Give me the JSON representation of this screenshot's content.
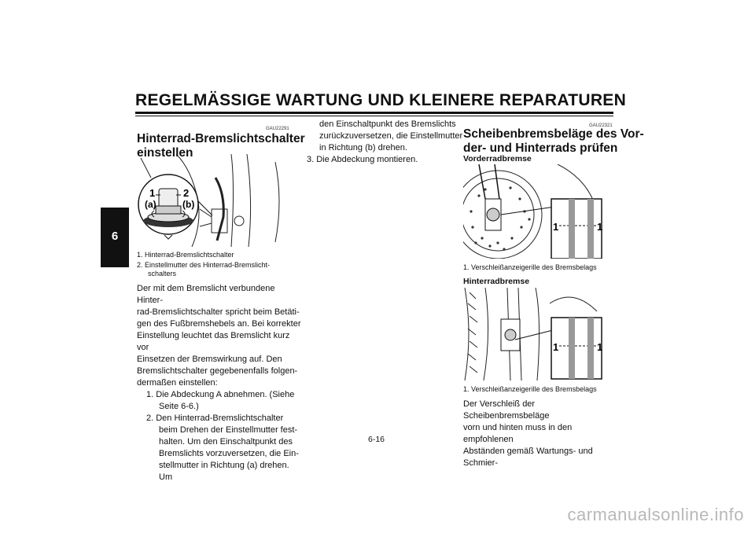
{
  "header": {
    "title": "REGELMÄSSIGE WARTUNG UND KLEINERE REPARATUREN"
  },
  "chapter_tab": "6",
  "left": {
    "code": "GAU22291",
    "title_lines": [
      "Hinterrad-Bremslichtschalter",
      "einstellen"
    ],
    "figure_labels": {
      "one": "1",
      "two": "2",
      "a": "(a)",
      "b": "(b)"
    },
    "captions": [
      "1.  Hinterrad-Bremslichtschalter",
      "2.  Einstellmutter des Hinterrad-Bremslicht-",
      "schalters"
    ],
    "body_lines": [
      "Der mit dem Bremslicht verbundene Hinter-",
      "rad-Bremslichtschalter spricht beim Betäti-",
      "gen des Fußbremshebels an. Bei korrekter",
      "Einstellung leuchtet das Bremslicht kurz vor",
      "Einsetzen der Bremswirkung auf. Den",
      "Bremslichtschalter gegebenenfalls folgen-",
      "dermaßen einstellen:"
    ],
    "steps": [
      "1.  Die Abdeckung A abnehmen. (Siehe",
      "Seite 6-6.)",
      "2.  Den Hinterrad-Bremslichtschalter",
      "beim Drehen der Einstellmutter fest-",
      "halten. Um den Einschaltpunkt des",
      "Bremslichts vorzuversetzen, die Ein-",
      "stellmutter in Richtung (a) drehen. Um"
    ]
  },
  "middle": {
    "lines": [
      "den Einschaltpunkt des Bremslichts",
      "zurückzuversetzen, die Einstellmutter",
      "in Richtung (b) drehen.",
      "3.  Die Abdeckung montieren."
    ]
  },
  "right": {
    "code": "GAU22321",
    "title_lines": [
      "Scheibenbremsbeläge des Vor-",
      "der- und Hinterrads prüfen"
    ],
    "front_label": "Vorderradbremse",
    "front_caption": "1.  Verschleißanzeigerille des Bremsbelags",
    "rear_label": "Hinterradbremse",
    "rear_caption": "1.  Verschleißanzeigerille des Bremsbelags",
    "fig_label": "1",
    "body_lines": [
      "Der Verschleiß der Scheibenbremsbeläge",
      "vorn und hinten muss in den empfohlenen",
      "Abständen gemäß Wartungs- und Schmier-"
    ]
  },
  "page_number": "6-16",
  "watermark": "carmanualsonline.info"
}
